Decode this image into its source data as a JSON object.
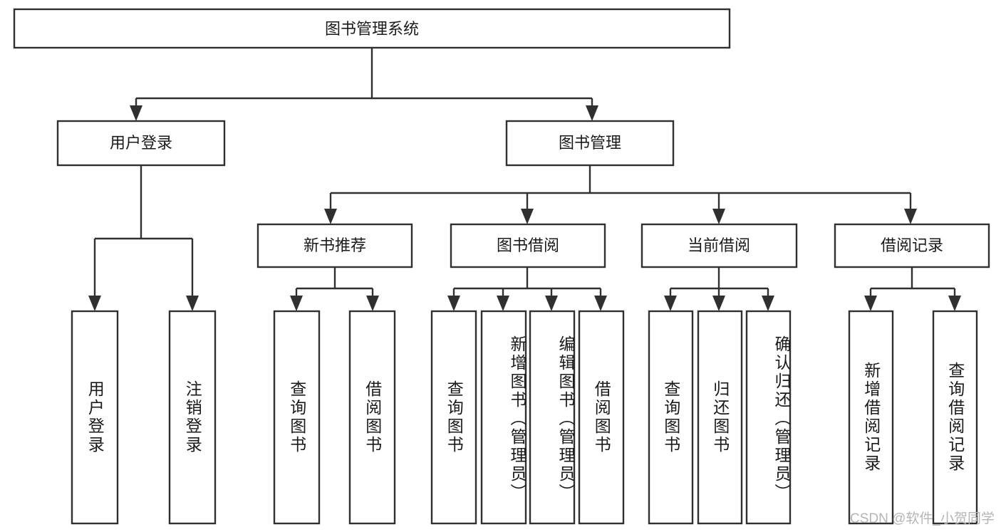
{
  "diagram": {
    "type": "tree-hierarchy",
    "title": "图书管理系统",
    "orientation": "top-down",
    "colors": {
      "stroke": "#303030",
      "fill": "#ffffff",
      "text": "#1a1a1a",
      "watermark": "#b5b5b5"
    },
    "root": {
      "label": "图书管理系统"
    },
    "level2": [
      {
        "label": "用户登录"
      },
      {
        "label": "图书管理"
      }
    ],
    "level3": [
      {
        "label": "新书推荐"
      },
      {
        "label": "图书借阅"
      },
      {
        "label": "当前借阅"
      },
      {
        "label": "借阅记录"
      }
    ],
    "leaves": {
      "user_login": [
        {
          "label": "用户登录"
        },
        {
          "label": "注销登录"
        }
      ],
      "new_book": [
        {
          "label": "查询图书"
        },
        {
          "label": "借阅图书"
        }
      ],
      "book_borrow": [
        {
          "label": "查询图书"
        },
        {
          "label": "新增图书（管理员）"
        },
        {
          "label": "编辑图书（管理员）"
        },
        {
          "label": "借阅图书"
        }
      ],
      "current_borrow": [
        {
          "label": "查询图书"
        },
        {
          "label": "归还图书"
        },
        {
          "label": "确认归还（管理员）"
        }
      ],
      "borrow_record": [
        {
          "label": "新增借阅记录"
        },
        {
          "label": "查询借阅记录"
        }
      ]
    }
  },
  "watermark": {
    "text": "CSDN @软件_小贺同学"
  }
}
